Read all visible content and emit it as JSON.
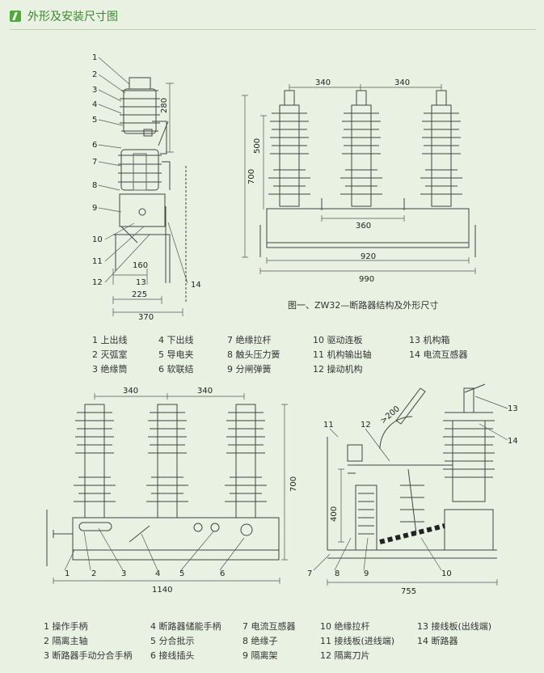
{
  "section": {
    "title": "外形及安装尺寸图",
    "icon": "bolt-icon",
    "accent": "#3b8a2c"
  },
  "figure1": {
    "caption": "图一、ZW32—断路器结构及外形尺寸",
    "side_callouts": [
      "1",
      "2",
      "3",
      "4",
      "5",
      "6",
      "7",
      "8",
      "9",
      "10",
      "11",
      "12",
      "13",
      "14"
    ],
    "dims": {
      "h280": "280",
      "w160": "160",
      "w225": "225",
      "w370": "370",
      "p340a": "340",
      "p340b": "340",
      "h500": "500",
      "h700": "700",
      "w360": "360",
      "w920": "920",
      "w990": "990"
    },
    "legend": [
      [
        "1 上出线",
        "4 下出线",
        "7 绝缘拉杆",
        "10 驱动连板",
        "13 机构箱"
      ],
      [
        "2 灭弧室",
        "5 导电夹",
        "8 触头压力簧",
        "11 机构输出轴",
        "14 电流互感器"
      ],
      [
        "3 绝缘筒",
        "6 软联结",
        "9 分闸弹簧",
        "12 操动机构",
        ""
      ]
    ]
  },
  "figure2": {
    "dims": {
      "p340a": "340",
      "p340b": "340",
      "h700": "700",
      "w1140": "1140"
    },
    "callouts": [
      "1",
      "2",
      "3",
      "4",
      "5",
      "6"
    ]
  },
  "figure3": {
    "dims": {
      "a200": ">200",
      "h400": "400",
      "w755": "755"
    },
    "callouts": [
      "7",
      "8",
      "9",
      "10",
      "11",
      "12",
      "13",
      "14"
    ]
  },
  "legend2": [
    [
      "1 操作手柄",
      "4 断路器储能手柄",
      "7 电流互感器",
      "10 绝缘拉杆",
      "13 接线板(出线端)"
    ],
    [
      "2 隔离主轴",
      "5 分合批示",
      "8 绝缘子",
      "11 接线板(进线端)",
      "14 断路器"
    ],
    [
      "3 断路器手动分合手柄",
      "6 接线插头",
      "9 隔离架",
      "12 隔离刀片",
      ""
    ]
  ]
}
